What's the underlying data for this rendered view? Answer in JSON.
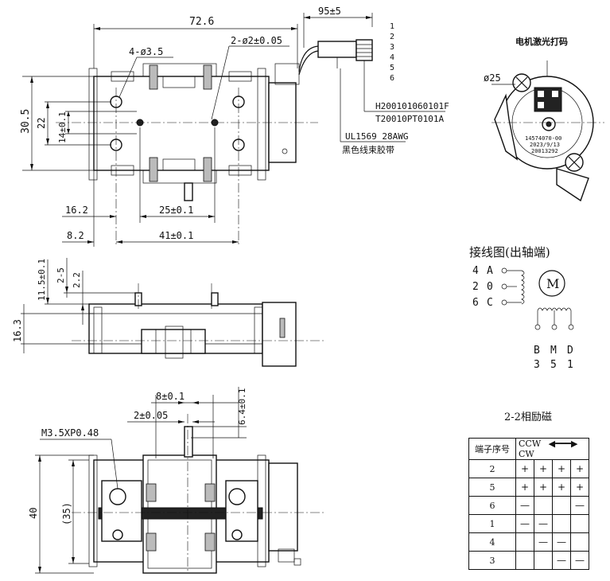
{
  "top_view": {
    "dim_overall": "72.6",
    "dim_holes_m3": "4-ø3.5",
    "dim_holes_pin": "2-ø2±0.05",
    "dim_height": "30.5",
    "dim_22": "22",
    "dim_14": "14±0.1",
    "dim_16_2": "16.2",
    "dim_25": "25±0.1",
    "dim_8_2": "8.2",
    "dim_41": "41±0.1",
    "dim_cable": "95±5",
    "pins": [
      "1",
      "2",
      "3",
      "4",
      "5",
      "6"
    ],
    "connector_part_1": "H200101060101F",
    "connector_part_2": "T20010PT0101A",
    "wire_spec": "UL1569 28AWG",
    "wire_note": "黑色线束胶带"
  },
  "front_view": {
    "dim_11_5": "11.5±0.1",
    "dim_2_5": "2-5",
    "dim_2_2": "2.2",
    "dim_16_3": "16.3"
  },
  "bottom_view": {
    "dim_8": "8±0.1",
    "dim_2": "2±0.05",
    "dim_6_4": "6.4±0.1",
    "thread": "M3.5XP0.48",
    "dim_40": "40",
    "dim_35": "(35)"
  },
  "motor_end_view": {
    "title": "电机激光打码",
    "dim_diameter": "ø25",
    "code_1": "14574070-00",
    "code_2": "2023/9/13",
    "code_3": "20013292"
  },
  "wiring": {
    "title": "接线图(出轴端)",
    "rows": [
      {
        "pin": "4",
        "letter": "A"
      },
      {
        "pin": "2",
        "letter": "0"
      },
      {
        "pin": "6",
        "letter": "C"
      }
    ],
    "motor_symbol": "M",
    "bottom_letters": [
      "B",
      "M",
      "D"
    ],
    "bottom_pins": [
      "3",
      "5",
      "1"
    ]
  },
  "sequence": {
    "title": "2-2相励磁",
    "header_label": "端子序号",
    "ccw": "CCW",
    "cw": "CW",
    "rows": [
      {
        "pin": "2",
        "cells": [
          "+",
          "+",
          "+",
          "+"
        ]
      },
      {
        "pin": "5",
        "cells": [
          "+",
          "+",
          "+",
          "+"
        ]
      },
      {
        "pin": "6",
        "cells": [
          "—",
          "",
          "",
          "—"
        ]
      },
      {
        "pin": "1",
        "cells": [
          "—",
          "—",
          "",
          ""
        ]
      },
      {
        "pin": "4",
        "cells": [
          "",
          "—",
          "—",
          ""
        ]
      },
      {
        "pin": "3",
        "cells": [
          "",
          "",
          "—",
          "—"
        ]
      }
    ]
  }
}
